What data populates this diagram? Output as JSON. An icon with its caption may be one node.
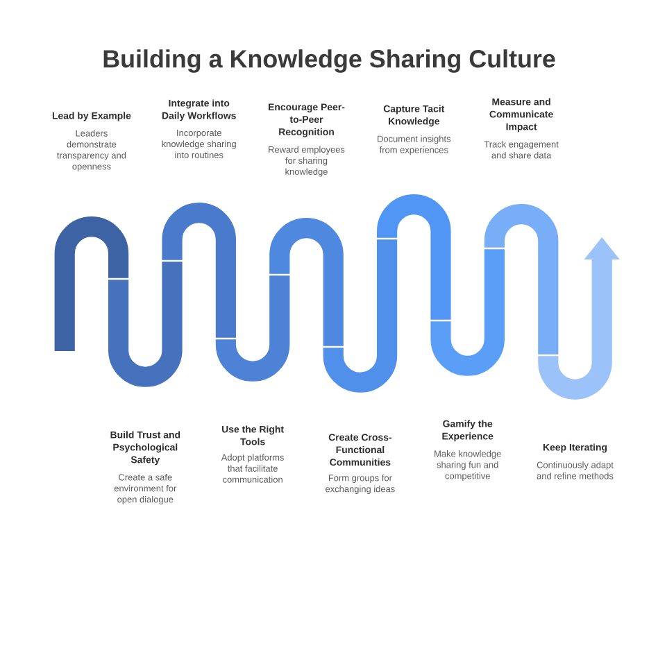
{
  "diagram": {
    "title": "Building a Knowledge Sharing Culture",
    "nodes": [
      {
        "text": [
          "Lead by Example",
          "Leaders demonstrate transparency and openness"
        ]
      },
      {
        "text": [
          "Build Trust and Psychological Safety",
          "Create a safe environment for open dialogue"
        ]
      },
      {
        "text": [
          "Integrate into Daily Workflows",
          "Incorporate knowledge sharing into routines"
        ]
      },
      {
        "text": [
          "Use the Right Tools",
          "Adopt platforms that facilitate communication"
        ]
      },
      {
        "text": [
          "Encourage Peer-to-Peer Recognition",
          "Reward employees for sharing knowledge"
        ]
      },
      {
        "text": [
          "Create Cross-Functional Communities",
          "Form groups for exchanging ideas"
        ]
      },
      {
        "text": [
          "Capture Tacit Knowledge",
          "Document insights from experiences"
        ]
      },
      {
        "text": [
          "Gamify the Experience",
          "Make knowledge sharing fun and competitive"
        ]
      },
      {
        "text": [
          "Measure and Communicate Impact",
          "Track engagement and share data"
        ]
      },
      {
        "text": [
          "Keep Iterating",
          "Continuously adapt and refine methods"
        ]
      }
    ]
  }
}
